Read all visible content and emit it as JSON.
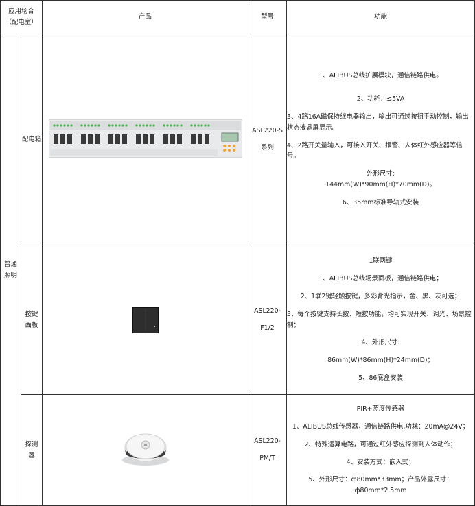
{
  "headers": {
    "scene": "应用场合（配电室）",
    "product": "产品",
    "model": "型号",
    "function": "功能"
  },
  "scene_group": "普通照明",
  "rows": [
    {
      "category": "配电箱",
      "model_line1": "ASL220-S",
      "model_line2": "系列",
      "functions": [
        "1、ALIBUS总线扩展模块，通信链路供电。",
        "2、功耗：≤5VA",
        "3、4路16A磁保持继电器输出，输出可通过按钮手动控制，输出状态液晶屏显示。",
        "4、2路开关量输入，可接入开关、报警、人体红外感应器等信号。",
        "外形尺寸:",
        "144mm(W)*90mm(H)*70mm(D)。",
        "6、35mm标准导轨式安装"
      ]
    },
    {
      "category": "按键面板",
      "model_line1": "ASL220-",
      "model_line2": "F1/2",
      "functions": [
        "1联两键",
        "1、ALIBUS总线场景面板，通信链路供电；",
        "2、1联2键轻触按键，多彩背光指示，金、黑、灰可选；",
        "3、每个按键支持长按、短按功能，均可实现开关、调光、场景控制；",
        "4、外形尺寸:",
        "86mm(W)*86mm(H)*24mm(D)；",
        "5、86底盒安装"
      ]
    },
    {
      "category": "探测器",
      "model_line1": "ASL220-",
      "model_line2": "PM/T",
      "functions": [
        "PIR+照度传感器",
        "1、ALIBUS总线传感器，通信链路供电,功耗：20mA@24V；",
        "2、特殊运算电路，可通过红外感应探测到人体动作；",
        "4、安装方式：嵌入式；",
        "5、外形尺寸：ф80mm*33mm；产品外露尺寸：ф80mm*2.5mm"
      ]
    }
  ]
}
